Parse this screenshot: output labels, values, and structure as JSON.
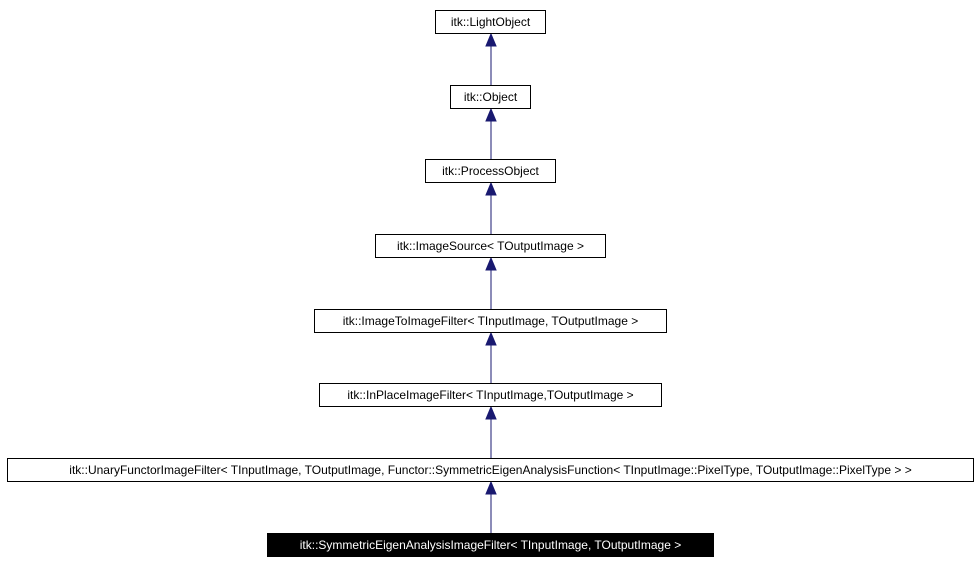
{
  "colors": {
    "edge": "#191970",
    "node_border": "#000000",
    "node_fill": "#ffffff",
    "current_fill": "#000000",
    "current_text": "#ffffff"
  },
  "nodes": [
    {
      "id": "light-object",
      "label": "itk::LightObject"
    },
    {
      "id": "object",
      "label": "itk::Object"
    },
    {
      "id": "process-object",
      "label": "itk::ProcessObject"
    },
    {
      "id": "image-source",
      "label": "itk::ImageSource< TOutputImage >"
    },
    {
      "id": "image-to-image-filter",
      "label": "itk::ImageToImageFilter< TInputImage, TOutputImage >"
    },
    {
      "id": "in-place-image-filter",
      "label": "itk::InPlaceImageFilter< TInputImage,TOutputImage >"
    },
    {
      "id": "unary-functor-image-filter",
      "label": "itk::UnaryFunctorImageFilter< TInputImage, TOutputImage, Functor::SymmetricEigenAnalysisFunction< TInputImage::PixelType, TOutputImage::PixelType > >"
    },
    {
      "id": "symmetric-eigen-analysis-image-filter",
      "label": "itk::SymmetricEigenAnalysisImageFilter< TInputImage, TOutputImage >",
      "current": true
    }
  ],
  "edges": [
    {
      "from": "symmetric-eigen-analysis-image-filter",
      "to": "unary-functor-image-filter"
    },
    {
      "from": "unary-functor-image-filter",
      "to": "in-place-image-filter"
    },
    {
      "from": "in-place-image-filter",
      "to": "image-to-image-filter"
    },
    {
      "from": "image-to-image-filter",
      "to": "image-source"
    },
    {
      "from": "image-source",
      "to": "process-object"
    },
    {
      "from": "process-object",
      "to": "object"
    },
    {
      "from": "object",
      "to": "light-object"
    }
  ]
}
